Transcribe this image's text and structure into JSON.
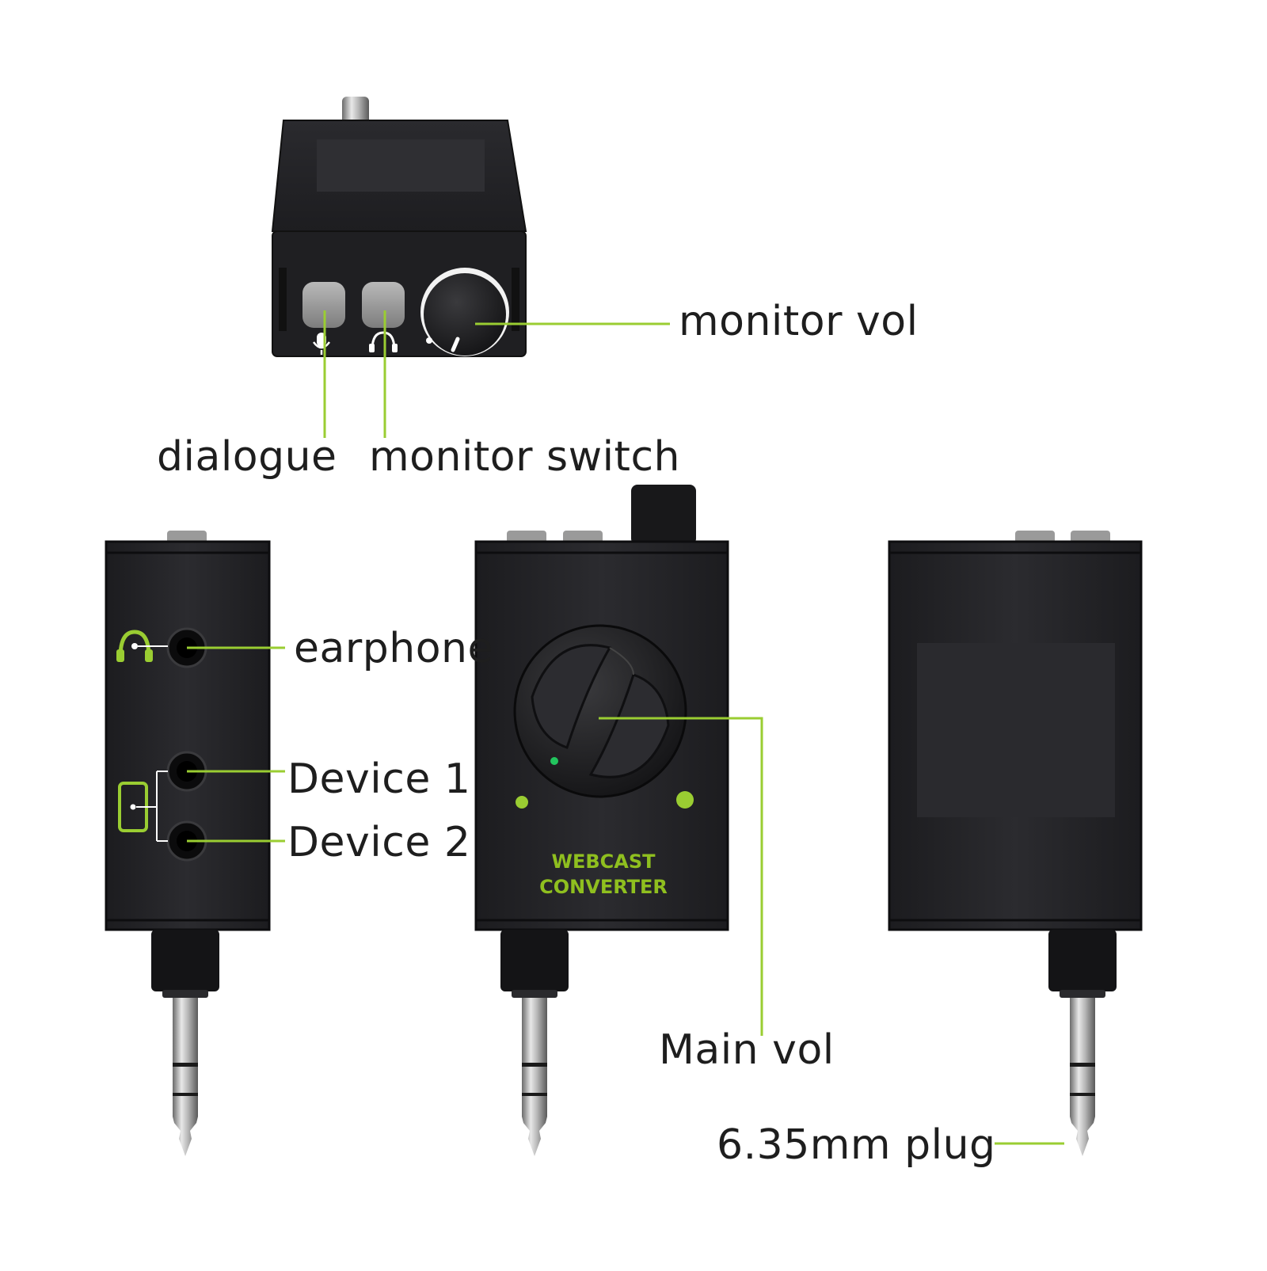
{
  "colors": {
    "accent": "#9acd32",
    "device_body": "#242427",
    "device_edge": "#111113",
    "text": "#1e1e1e",
    "background": "#ffffff"
  },
  "labels": {
    "monitor_vol": "monitor vol",
    "dialogue": "dialogue",
    "monitor_switch": "monitor switch",
    "earphone": "earphone",
    "device_1": "Device 1",
    "device_2": "Device 2",
    "main_vol": "Main vol",
    "plug": "6.35mm plug"
  },
  "product": {
    "name_line1": "WEBCAST",
    "name_line2": "CONVERTER"
  },
  "icons": [
    "microphone-icon",
    "headphone-icon",
    "earphone-jack-icon",
    "phone-device-icon"
  ]
}
